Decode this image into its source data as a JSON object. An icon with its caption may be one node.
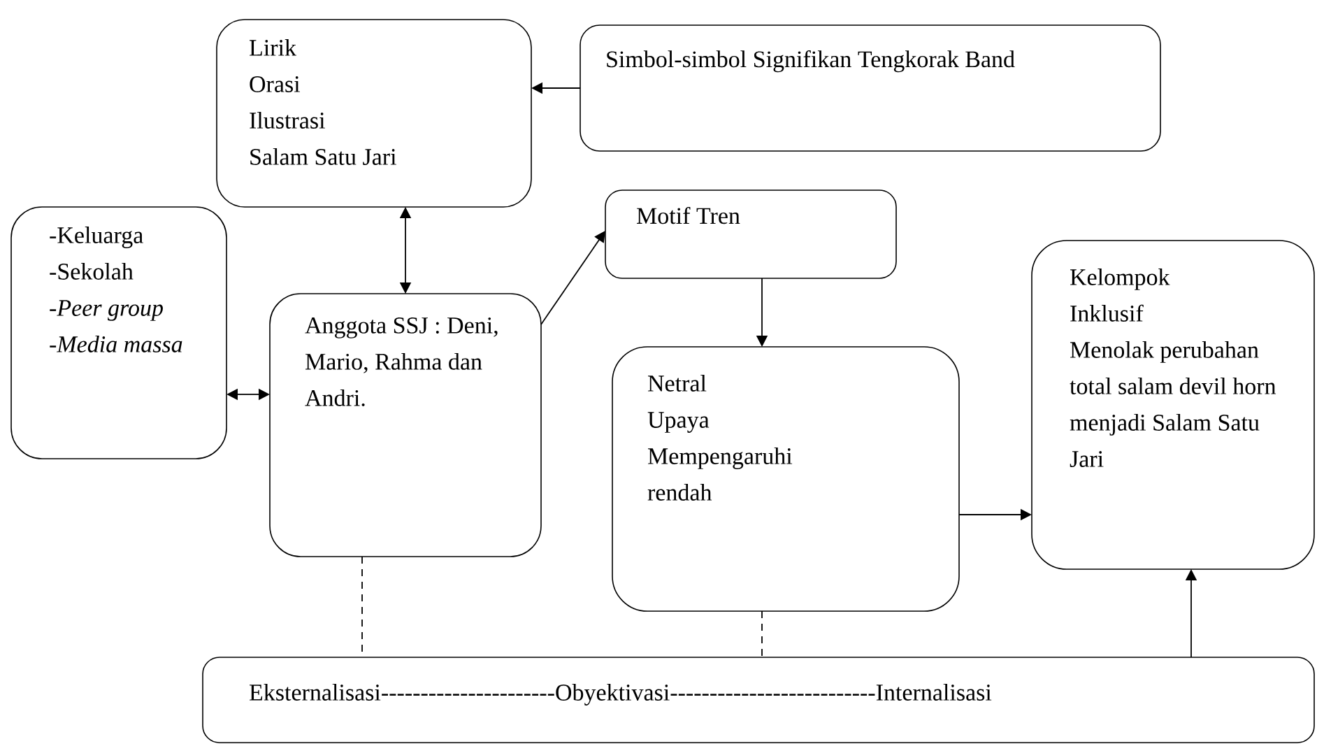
{
  "diagram": {
    "nodes": [
      {
        "text": [
          "Lirik",
          "Orasi",
          "Ilustrasi",
          "Salam Satu Jari"
        ]
      },
      {
        "text": [
          "Simbol-simbol Signifikan Tengkorak Band"
        ]
      },
      {
        "text": [
          "-Keluarga",
          "-Sekolah",
          "*-Peer group*",
          "*-Media massa*"
        ]
      },
      {
        "text": [
          "Anggota SSJ : Deni, Mario, Rahma dan Andri."
        ]
      },
      {
        "text": [
          "Motif Tren"
        ]
      },
      {
        "text": [
          "Netral",
          "Upaya",
          "Mempengaruhi",
          "rendah"
        ]
      },
      {
        "text": [
          "Kelompok",
          "Inklusif",
          "Menolak perubahan total salam devil horn menjadi Salam Satu Jari"
        ]
      },
      {
        "text": [
          "Eksternalisasi----------------------Obyektivasi--------------------------Internalisasi"
        ]
      }
    ],
    "edges": [
      {
        "from": 1,
        "to": 0,
        "arrow": "to"
      },
      {
        "from": 0,
        "to": 3,
        "arrow": "both"
      },
      {
        "from": 2,
        "to": 3,
        "arrow": "both"
      },
      {
        "from": 3,
        "to": 4,
        "arrow": "to"
      },
      {
        "from": 4,
        "to": 5,
        "arrow": "to"
      },
      {
        "from": 5,
        "to": 6,
        "arrow": "to"
      },
      {
        "from": 3,
        "to": 7,
        "arrow": "none",
        "style": "dashed"
      },
      {
        "from": 5,
        "to": 7,
        "arrow": "none",
        "style": "dashed"
      },
      {
        "from": 7,
        "to": 6,
        "arrow": "to"
      }
    ]
  }
}
